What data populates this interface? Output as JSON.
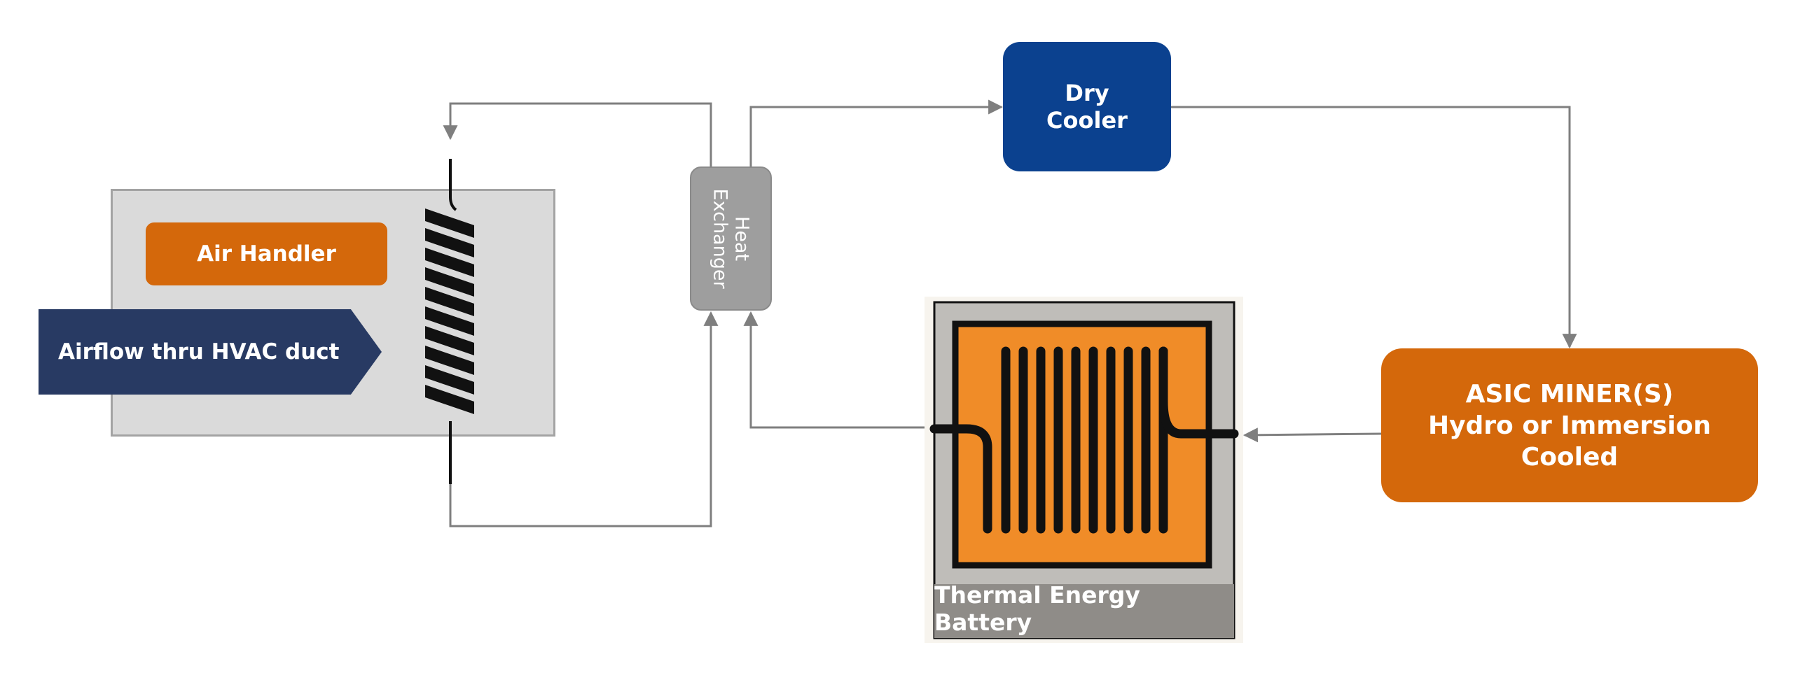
{
  "diagram": {
    "air_handler_label": "Air Handler",
    "airflow_label": "Airflow thru  HVAC duct",
    "heat_exchanger_label": "Heat\nExchanger",
    "dry_cooler_label": "Dry\nCooler",
    "asic_label": "ASIC MINER(S)\nHydro or Immersion\nCooled",
    "battery_label": "Thermal Energy Battery"
  },
  "colors": {
    "orange": "#d4680b",
    "navy": "#283a63",
    "blue": "#0b418f",
    "gray_box": "#9e9e9e",
    "panel": "#dadada",
    "line": "#7f7f7f",
    "battery_orange": "#f08c28"
  },
  "icons": {
    "coil": "cooling-coil-icon",
    "battery": "thermal-battery-icon"
  }
}
